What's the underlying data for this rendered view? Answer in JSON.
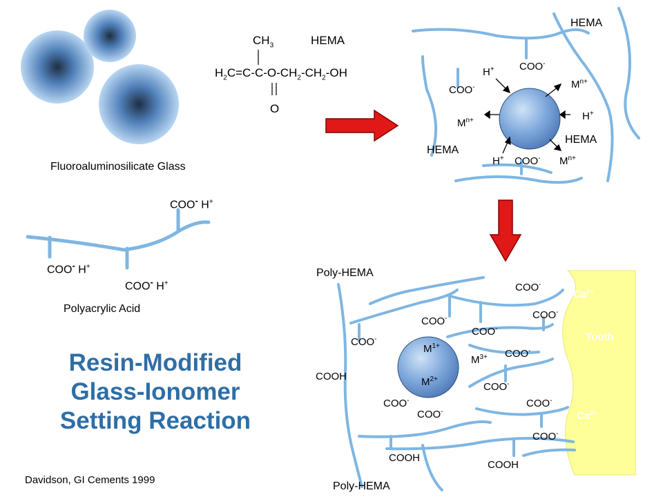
{
  "colors": {
    "fiber": "#7FB6E2",
    "particle_light": "#D4E7F7",
    "particle_mid": "#6E9ED6",
    "particle_dark": "#1E2E44",
    "arrow_red": "#E01818",
    "tooth_fill": "#FFFF99",
    "title": "#2E6EA6"
  },
  "glass": {
    "label": "Fluoroaluminosilicate Glass"
  },
  "hema_formula": {
    "ch3": "CH",
    "ch3_sub": "3",
    "name": "HEMA",
    "chain_parts": [
      "H",
      "2",
      "C=C-C-O-CH",
      "2",
      "-CH",
      "2",
      "-OH"
    ],
    "oxygen": "O"
  },
  "polyacid": {
    "label": "Polyacrylic Acid",
    "groups": [
      {
        "coo": "COO",
        "charge": "-",
        "h": "H",
        "h_charge": "+"
      },
      {
        "coo": "COO",
        "charge": "-",
        "h": "H",
        "h_charge": "+"
      },
      {
        "coo": "COO",
        "charge": "-",
        "h": "H",
        "h_charge": "+"
      }
    ]
  },
  "reaction": {
    "hema_labels": [
      "HEMA",
      "HEMA",
      "HEMA"
    ],
    "coo": "COO",
    "neg": "-",
    "h": "H",
    "pos": "+",
    "m": "M",
    "mn": "n+"
  },
  "set_matrix": {
    "poly_hema_top": "Poly-HEMA",
    "poly_hema_bottom": "Poly-HEMA",
    "cooh": "COOH",
    "coo": "COO",
    "neg": "-",
    "m": "M",
    "m1": "1+",
    "m2": "2+",
    "m3": "3+",
    "ca": "Ca",
    "ca_charge": "2+",
    "tooth": "Tooth"
  },
  "title_lines": [
    "Resin-Modified",
    "Glass-Ionomer",
    "Setting Reaction"
  ],
  "citation": "Davidson, GI Cements 1999"
}
